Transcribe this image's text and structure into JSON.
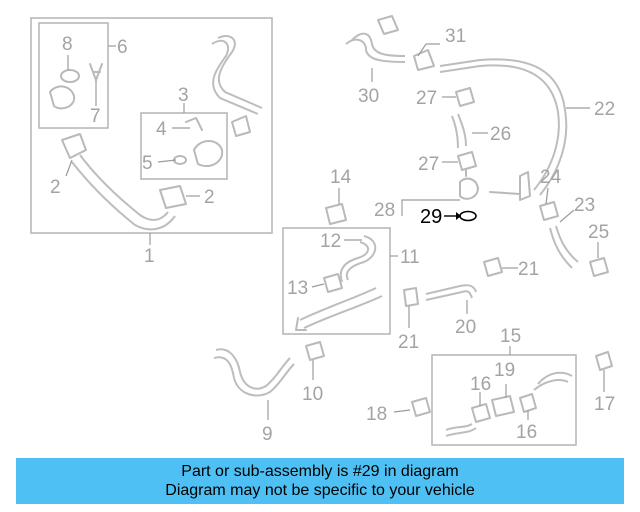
{
  "callouts": {
    "c1": "1",
    "c2a": "2",
    "c2b": "2",
    "c3": "3",
    "c4": "4",
    "c5": "5",
    "c6": "6",
    "c7": "7",
    "c8": "8",
    "c9": "9",
    "c10": "10",
    "c11": "11",
    "c12": "12",
    "c13": "13",
    "c14": "14",
    "c15": "15",
    "c16a": "16",
    "c16b": "16",
    "c17": "17",
    "c18": "18",
    "c19": "19",
    "c20": "20",
    "c21a": "21",
    "c21b": "21",
    "c22": "22",
    "c23": "23",
    "c24": "24",
    "c25": "25",
    "c26": "26",
    "c27a": "27",
    "c27b": "27",
    "c28": "28",
    "c29": "29",
    "c30": "30",
    "c31": "31"
  },
  "highlight_part": "29",
  "banner": {
    "line1": "Part or sub-assembly is #29 in diagram",
    "line2": "Diagram may not be specific to your vehicle",
    "color": "#4fc0f4"
  }
}
